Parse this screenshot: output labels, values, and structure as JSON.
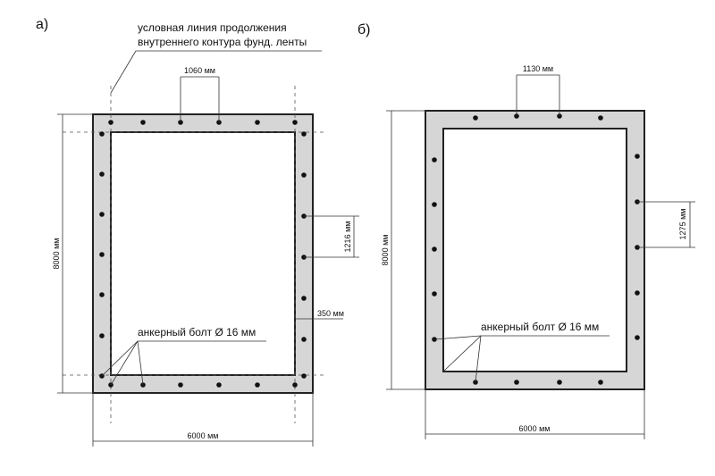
{
  "panel_a": {
    "label": "а)",
    "note_line1": "условная линия продолжения",
    "note_line2": "внутреннего контура фунд. ленты",
    "top_spacing": "1060 мм",
    "right_spacing": "1216 мм",
    "band_width": "350 мм",
    "height": "8000 мм",
    "width": "6000 мм",
    "bolt_label": "анкерный болт Ø 16 мм"
  },
  "panel_b": {
    "label": "б)",
    "top_spacing": "1130 мм",
    "right_spacing": "1275 мм",
    "height": "8000 мм",
    "width": "6000 мм",
    "bolt_label": "анкерный болт Ø 16 мм"
  }
}
